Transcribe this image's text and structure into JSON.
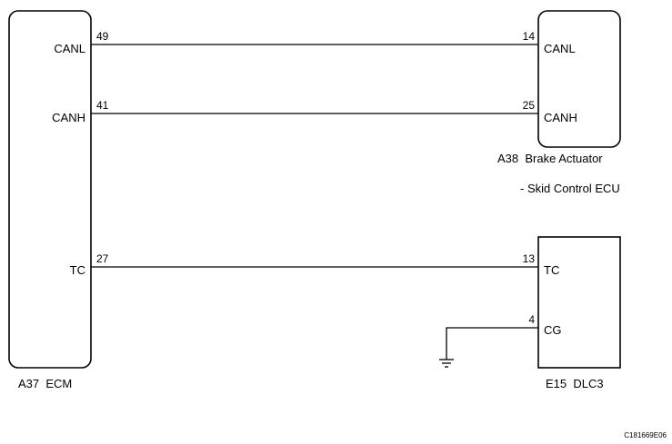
{
  "ecm": {
    "label": "A37  ECM",
    "pins": {
      "canl": "CANL",
      "canh": "CANH",
      "tc": "TC"
    }
  },
  "brake_actuator": {
    "label": "A38  Brake Actuator",
    "sublabel": "- Skid Control ECU",
    "pins": {
      "canl": "CANL",
      "canh": "CANH"
    }
  },
  "dlc3": {
    "label": "E15  DLC3",
    "pins": {
      "tc": "TC",
      "cg": "CG"
    }
  },
  "wires": {
    "canl": {
      "from_pin": "49",
      "to_pin": "14"
    },
    "canh": {
      "from_pin": "41",
      "to_pin": "25"
    },
    "tc": {
      "from_pin": "27",
      "to_pin": "13"
    },
    "cg": {
      "to_pin": "4"
    }
  },
  "figure_id": "C181669E06"
}
